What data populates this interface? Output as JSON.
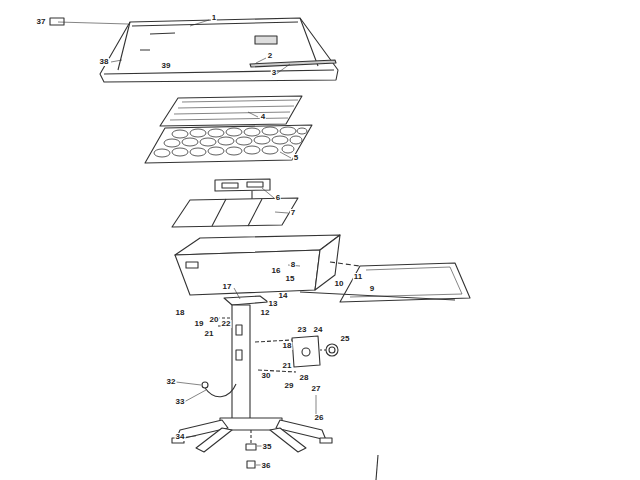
{
  "diagram": {
    "labels": [
      "37",
      "1",
      "2",
      "38",
      "39",
      "3",
      "4",
      "5",
      "6",
      "7",
      "8",
      "16",
      "15",
      "11",
      "17",
      "10",
      "9",
      "14",
      "13",
      "12",
      "18",
      "20",
      "19",
      "22",
      "23",
      "24",
      "21",
      "25",
      "18",
      "21",
      "30",
      "28",
      "32",
      "29",
      "27",
      "33",
      "26",
      "34",
      "35",
      "36"
    ]
  }
}
